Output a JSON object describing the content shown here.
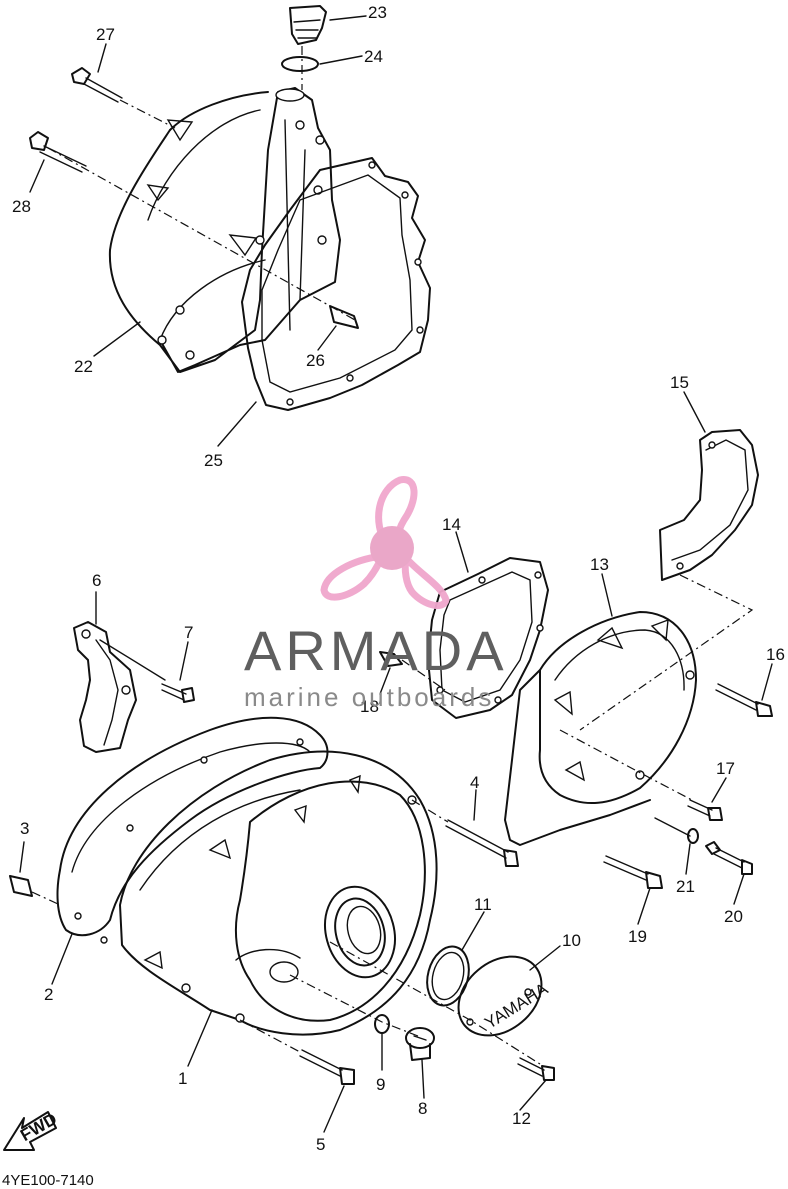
{
  "diagram": {
    "callouts": [
      "1",
      "2",
      "3",
      "4",
      "5",
      "6",
      "7",
      "8",
      "9",
      "10",
      "11",
      "12",
      "13",
      "14",
      "15",
      "16",
      "17",
      "18",
      "19",
      "20",
      "21",
      "22",
      "23",
      "24",
      "25",
      "26",
      "27",
      "28"
    ],
    "cover_stamp": "YAMAHA",
    "fwd_label": "FWD",
    "part_code": "4YE100-7140"
  },
  "watermark": {
    "brand": "ARMADA",
    "tagline": "marine outboards",
    "colors": {
      "propeller": "#f0a6cc",
      "hub": "#e9a3c6",
      "text": "#5f5f5f"
    }
  }
}
